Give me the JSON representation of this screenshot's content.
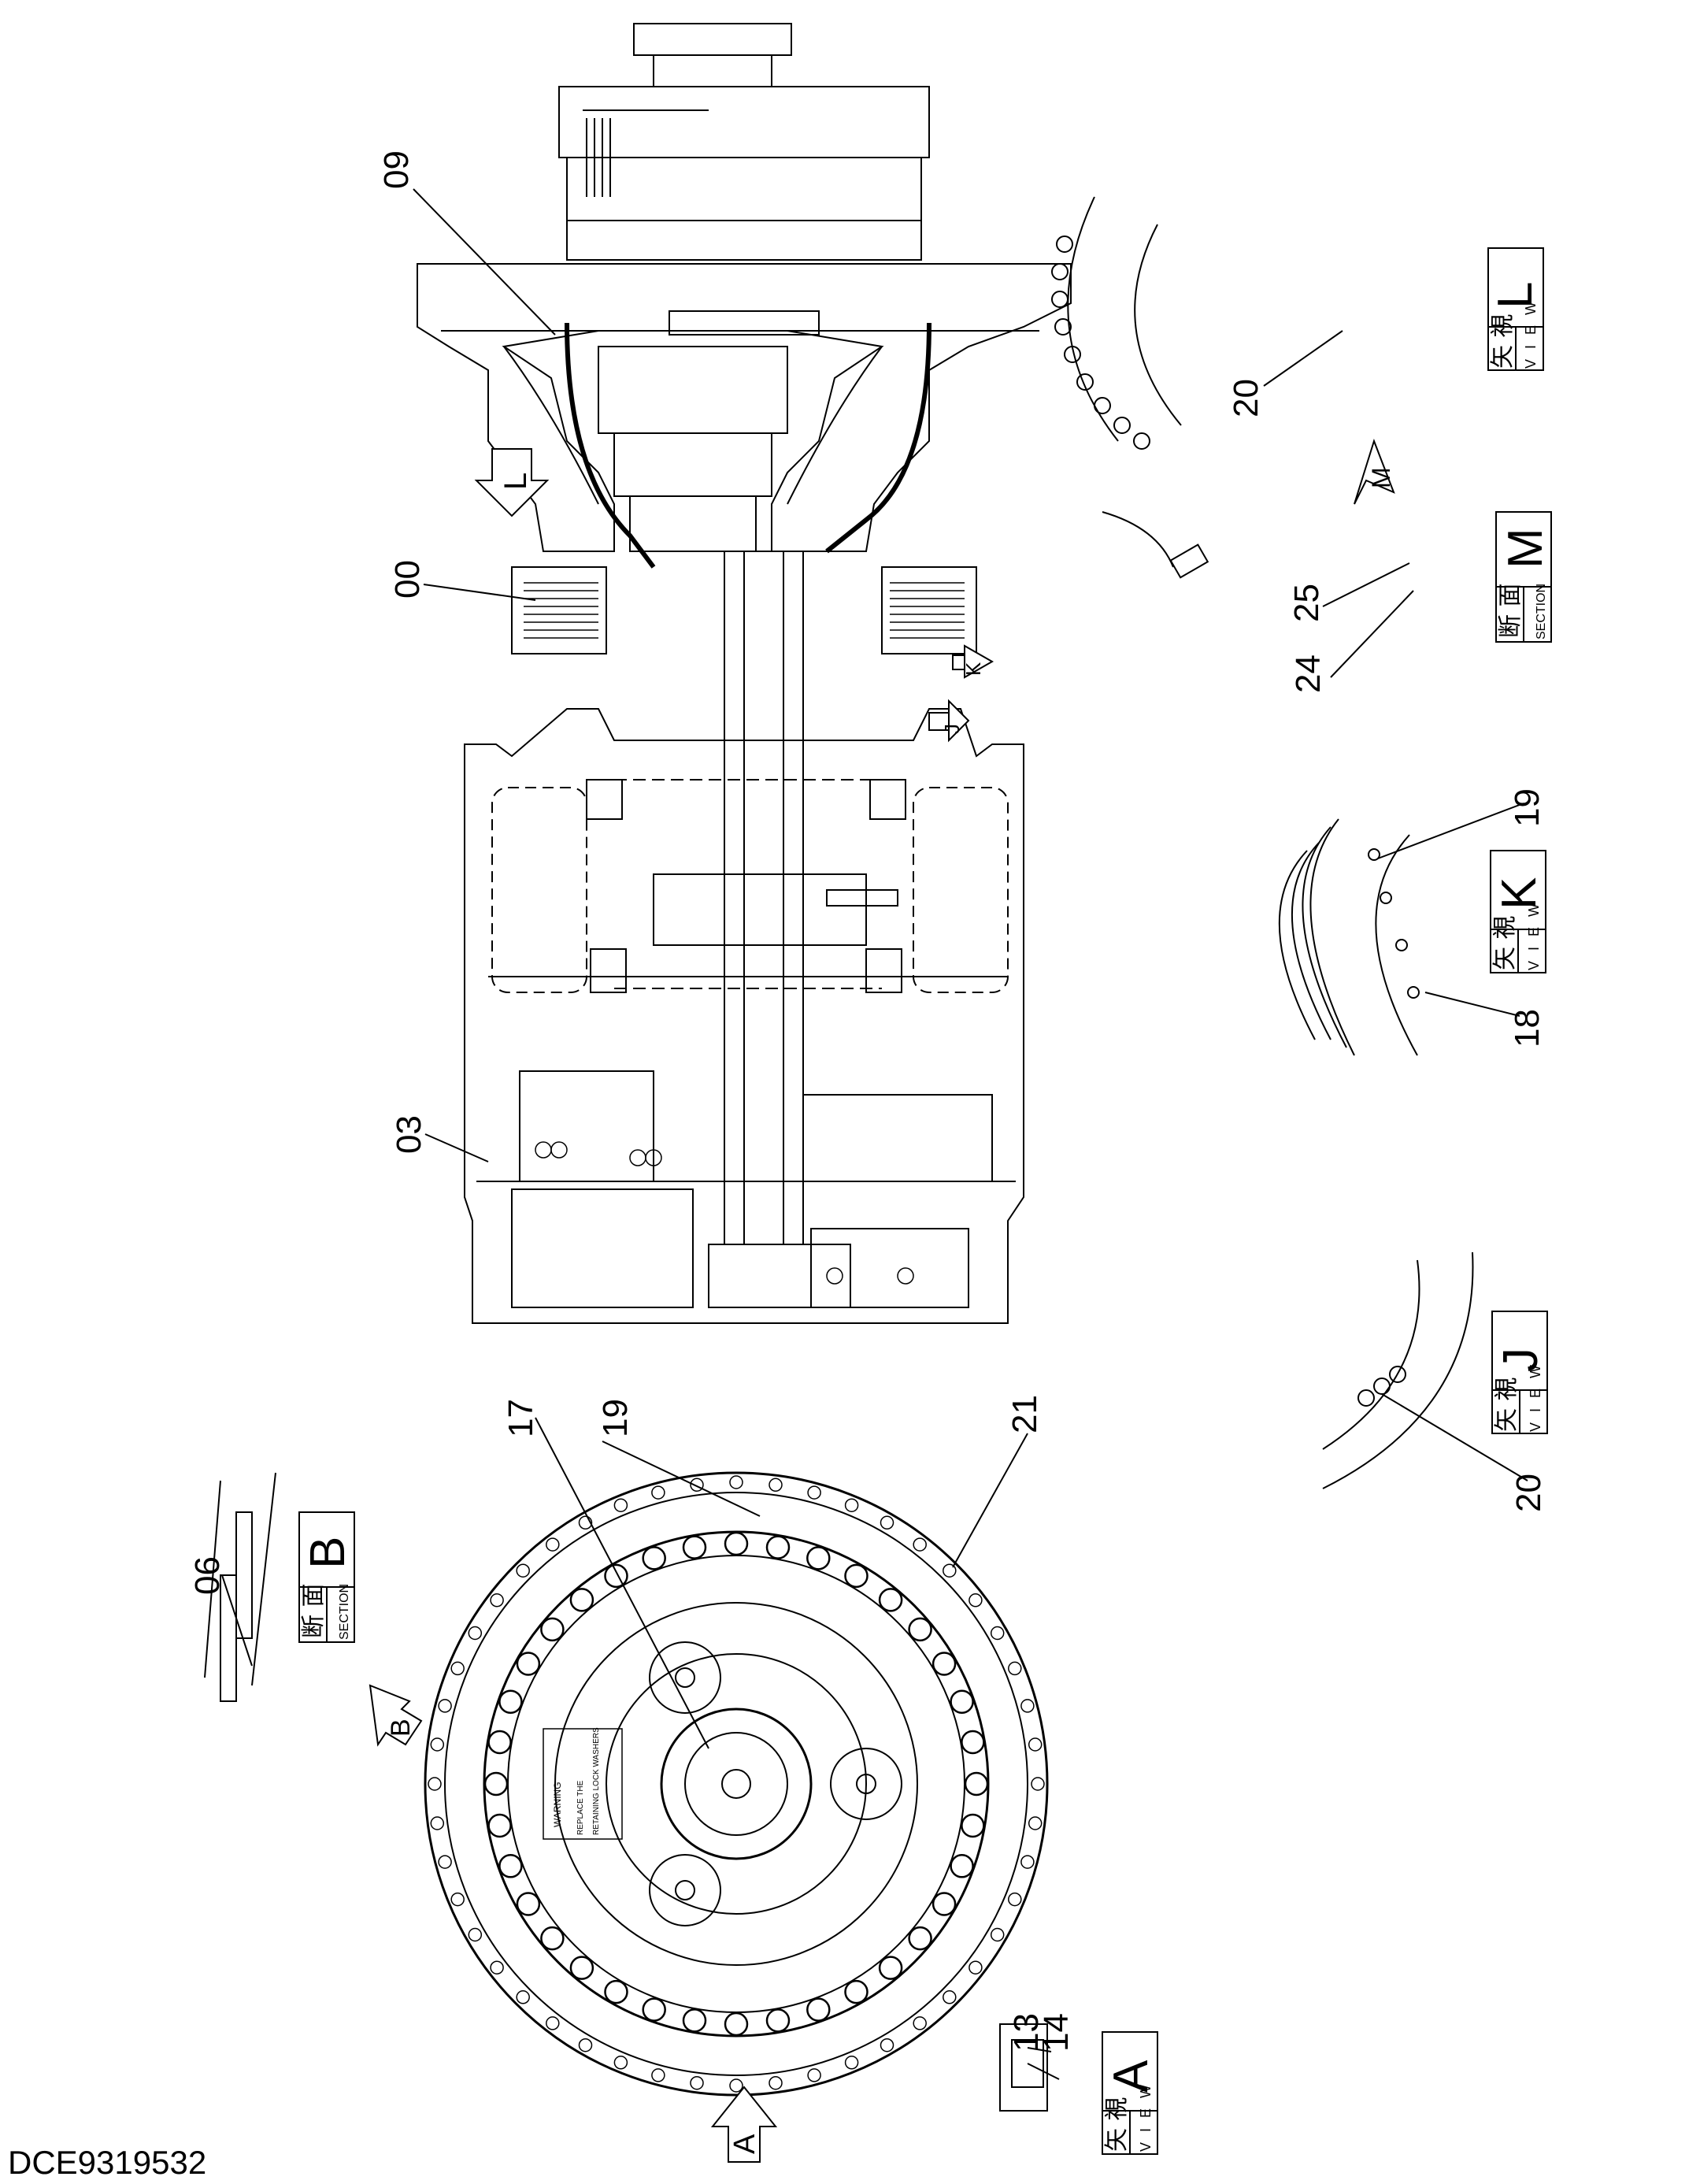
{
  "drawing_code": "DCE9319532",
  "part_labels": [
    "09",
    "00",
    "03",
    "06",
    "17",
    "19",
    "21",
    "13",
    "14",
    "20",
    "25",
    "24",
    "19",
    "18",
    "20"
  ],
  "views": {
    "L": {
      "jp": "矢 視",
      "en": "V I E W",
      "letter": "L"
    },
    "M": {
      "jp": "断 面",
      "en": "SECTION",
      "letter": "M"
    },
    "K": {
      "jp": "矢 視",
      "en": "V I E W",
      "letter": "K"
    },
    "J": {
      "jp": "矢 視",
      "en": "V I E W",
      "letter": "J"
    },
    "B": {
      "jp": "断 面",
      "en": "SECTION",
      "letter": "B"
    },
    "A": {
      "jp": "矢 視",
      "en": "V I E W",
      "letter": "A"
    }
  },
  "arrow_letters": {
    "L": "L",
    "M": "M",
    "K": "K",
    "J": "J",
    "B": "B",
    "A": "A"
  },
  "warning_text": [
    "WARNING",
    "REPLACE THE",
    "RETAINING LOCK WASHERS"
  ]
}
